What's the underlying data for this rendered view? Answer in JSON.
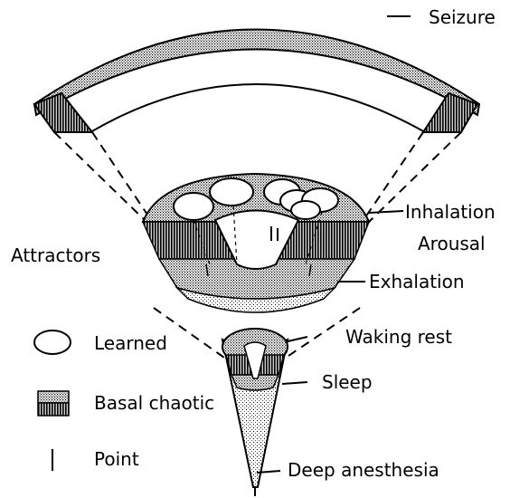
{
  "state_labels": {
    "seizure": "Seizure",
    "inhalation": "Inhalation",
    "arousal": "Arousal",
    "exhalation": "Exhalation",
    "waking_rest": "Waking rest",
    "sleep": "Sleep",
    "deep_anesthesia": "Deep anesthesia"
  },
  "legend": {
    "title": "Attractors",
    "items": [
      {
        "label": "Learned",
        "icon": "ellipse-icon"
      },
      {
        "label": "Basal chaotic",
        "icon": "hatched-box-icon"
      },
      {
        "label": "Point",
        "icon": "vertical-line-icon"
      }
    ]
  },
  "colors": {
    "ink": "#000000",
    "background": "#ffffff",
    "stipple": "#9a9a9a"
  }
}
